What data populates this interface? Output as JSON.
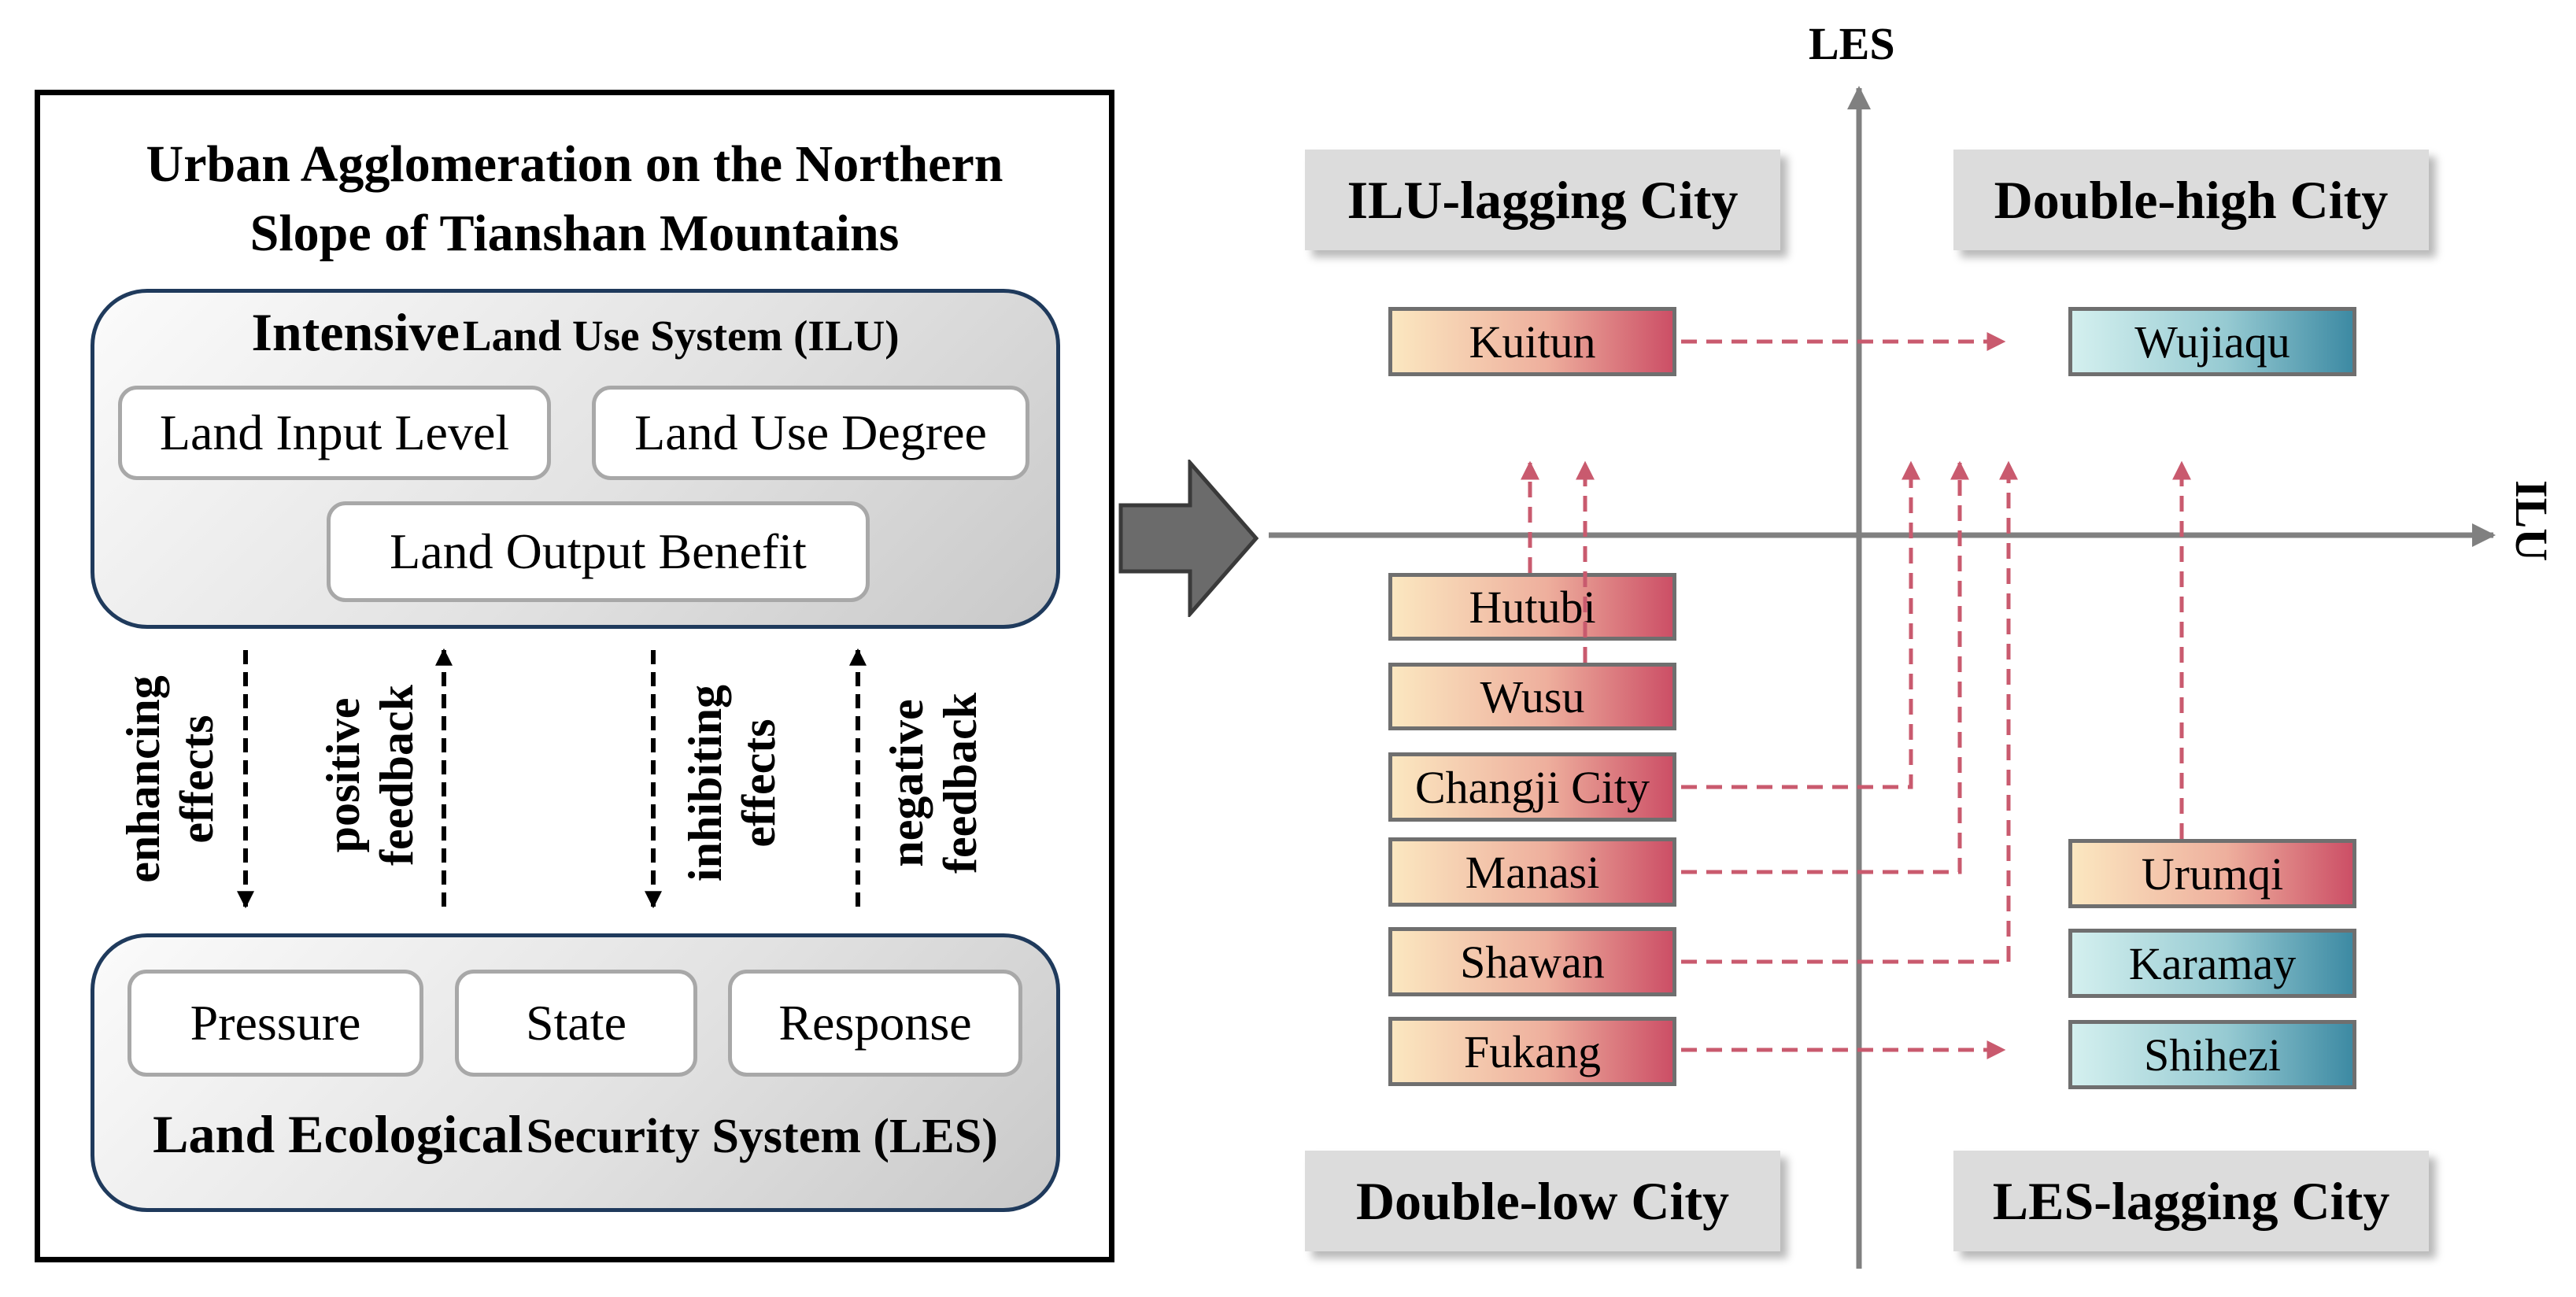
{
  "framework": {
    "title_line1": "Urban Agglomeration on the Northern",
    "title_line2": "Slope of Tianshan Mountains",
    "ilu_system": {
      "title_bold": "Intensive",
      "title_rest": "Land Use System (ILU)",
      "items": [
        "Land Input Level",
        "Land Use Degree",
        "Land Output Benefit"
      ]
    },
    "les_system": {
      "title_bold": "Land Ecological",
      "title_rest": "Security System (LES)",
      "items": [
        "Pressure",
        "State",
        "Response"
      ]
    },
    "interactions": [
      {
        "line1": "enhancing",
        "line2": "effects",
        "direction": "down"
      },
      {
        "line1": "positive",
        "line2": "feedback",
        "direction": "up"
      },
      {
        "line1": "inhibiting",
        "line2": "effects",
        "direction": "down"
      },
      {
        "line1": "negative",
        "line2": "feedback",
        "direction": "up"
      }
    ]
  },
  "quadrant": {
    "y_axis_label": "LES",
    "x_axis_label": "ILU",
    "quadrant_labels": {
      "top_left": "ILU-lagging City",
      "top_right": "Double-high City",
      "bottom_left": "Double-low City",
      "bottom_right": "LES-lagging City"
    },
    "cities_left": [
      "Kuitun",
      "Hutubi",
      "Wusu",
      "Changji City",
      "Manasi",
      "Shawan",
      "Fukang"
    ],
    "cities_right": [
      "Wujiaqu",
      "Urumqi",
      "Karamay",
      "Shihezi"
    ],
    "colors": {
      "arrow": "#c95a6e",
      "axis": "#808080",
      "warm_gradient": [
        "#fbe7c0",
        "#cc4f66"
      ],
      "cool_gradient": [
        "#d4f0ef",
        "#3d8aa3"
      ]
    },
    "transitions": [
      {
        "from": "Kuitun",
        "to": "Double-high City"
      },
      {
        "from": "Hutubi",
        "to": "ILU-lagging City"
      },
      {
        "from": "Wusu",
        "to": "ILU-lagging City"
      },
      {
        "from": "Changji City",
        "to": "Double-high City"
      },
      {
        "from": "Manasi",
        "to": "Double-high City"
      },
      {
        "from": "Shawan",
        "to": "Double-high City"
      },
      {
        "from": "Fukang",
        "to": "LES-lagging City"
      },
      {
        "from": "Urumqi",
        "to": "Double-high City"
      }
    ]
  }
}
